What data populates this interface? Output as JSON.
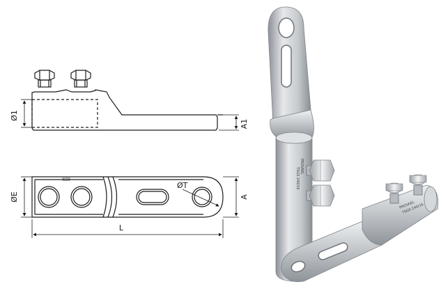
{
  "labels": {
    "side_diameter": "Ø1",
    "height": "A1",
    "top_diameter": "ØE",
    "width": "A",
    "hole_diameter": "ØT",
    "length": "L"
  },
  "marking": {
    "brand": "PROVAEL",
    "code": "TSGS 240/16"
  },
  "colors": {
    "line": "#1a1a1a",
    "metal_light": "#e6e8ea",
    "metal_mid": "#b9bdc1",
    "metal_dark": "#8d9298"
  }
}
